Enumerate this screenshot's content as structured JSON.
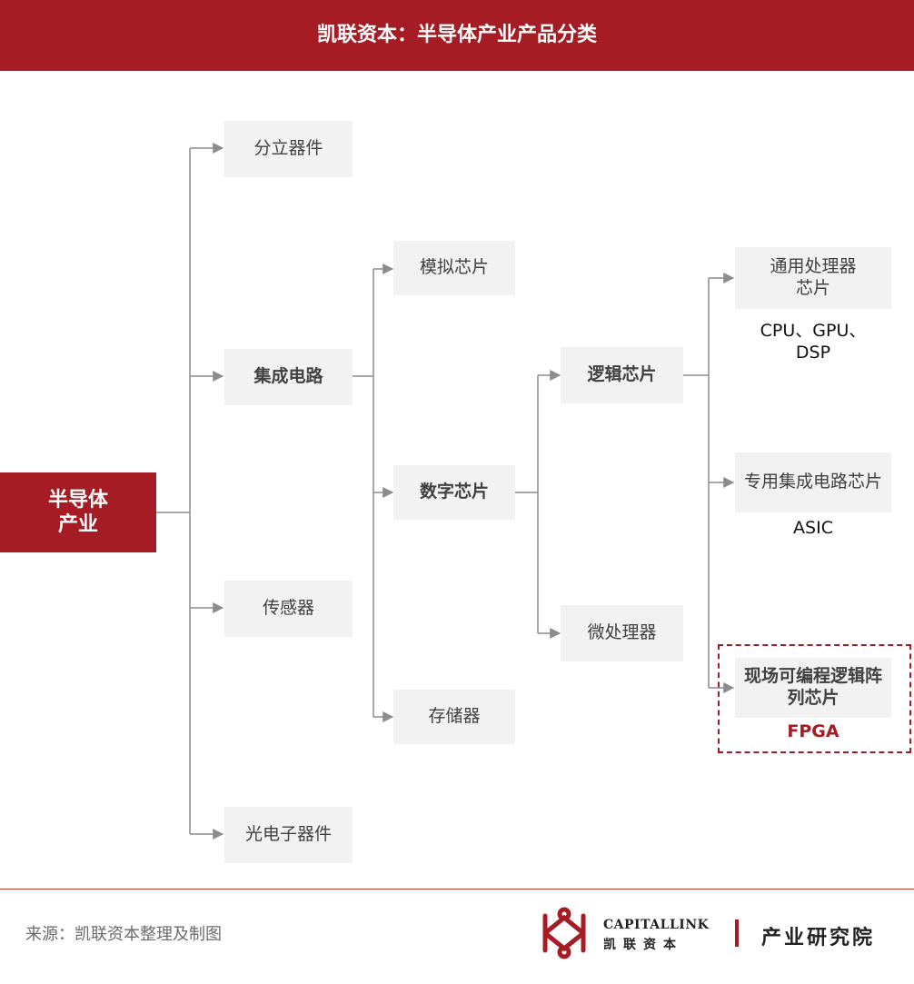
{
  "header": {
    "title": "凯联资本：半导体产业产品分类"
  },
  "root": {
    "line1": "半导体",
    "line2": "产业"
  },
  "level1": {
    "discrete": "分立器件",
    "ic": "集成电路",
    "sensor": "传感器",
    "optoelectronic": "光电子器件"
  },
  "level2": {
    "analog": "模拟芯片",
    "digital": "数字芯片",
    "memory": "存储器"
  },
  "level3": {
    "logic": "逻辑芯片",
    "microprocessor": "微处理器"
  },
  "level4": {
    "general_line1": "通用处理器",
    "general_line2": "芯片",
    "general_sub_line1": "CPU、GPU、",
    "general_sub_line2": "DSP",
    "asic": "专用集成电路芯片",
    "asic_sub": "ASIC",
    "fpga_line1": "现场可编程逻辑阵",
    "fpga_line2": "列芯片",
    "fpga_sub": "FPGA"
  },
  "footer": {
    "source": "来源：凯联资本整理及制图",
    "logo_en": "CAPITALLINK",
    "logo_cn": "凯联资本",
    "institute": "产业研究院"
  },
  "colors": {
    "brand_red": "#a51c24",
    "node_bg": "#f2f2f2",
    "line": "#8c8c8c"
  }
}
